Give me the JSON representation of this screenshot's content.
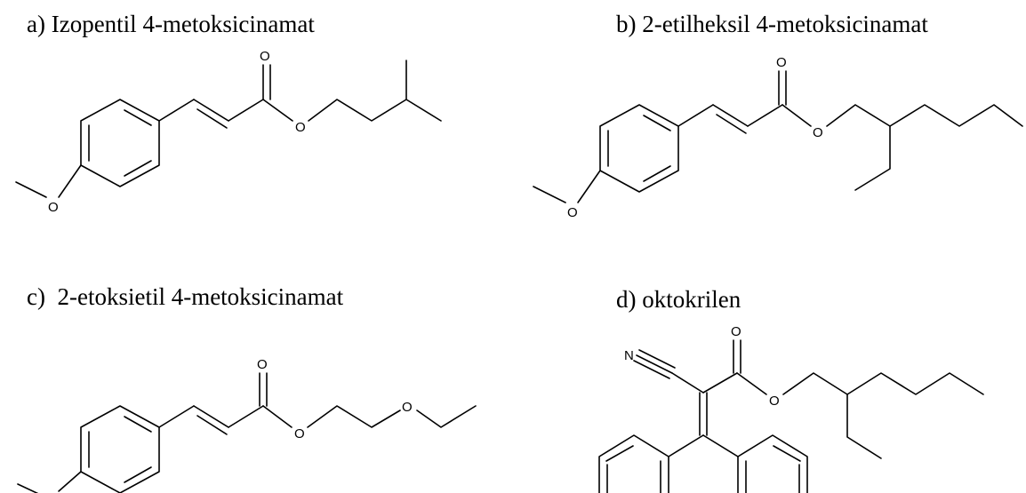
{
  "captions": {
    "a": "a) Izopentil 4-metoksicinamat",
    "b": "b) 2-etilheksil 4-metoksicinamat",
    "c": "c)  2-etoksietil 4-metoksicinamat",
    "d": "d) oktokrilen"
  },
  "atom_labels": {
    "oxygen": "O",
    "nitrogen": "N"
  },
  "colors": {
    "background": "#ffffff",
    "ink": "#000000"
  }
}
